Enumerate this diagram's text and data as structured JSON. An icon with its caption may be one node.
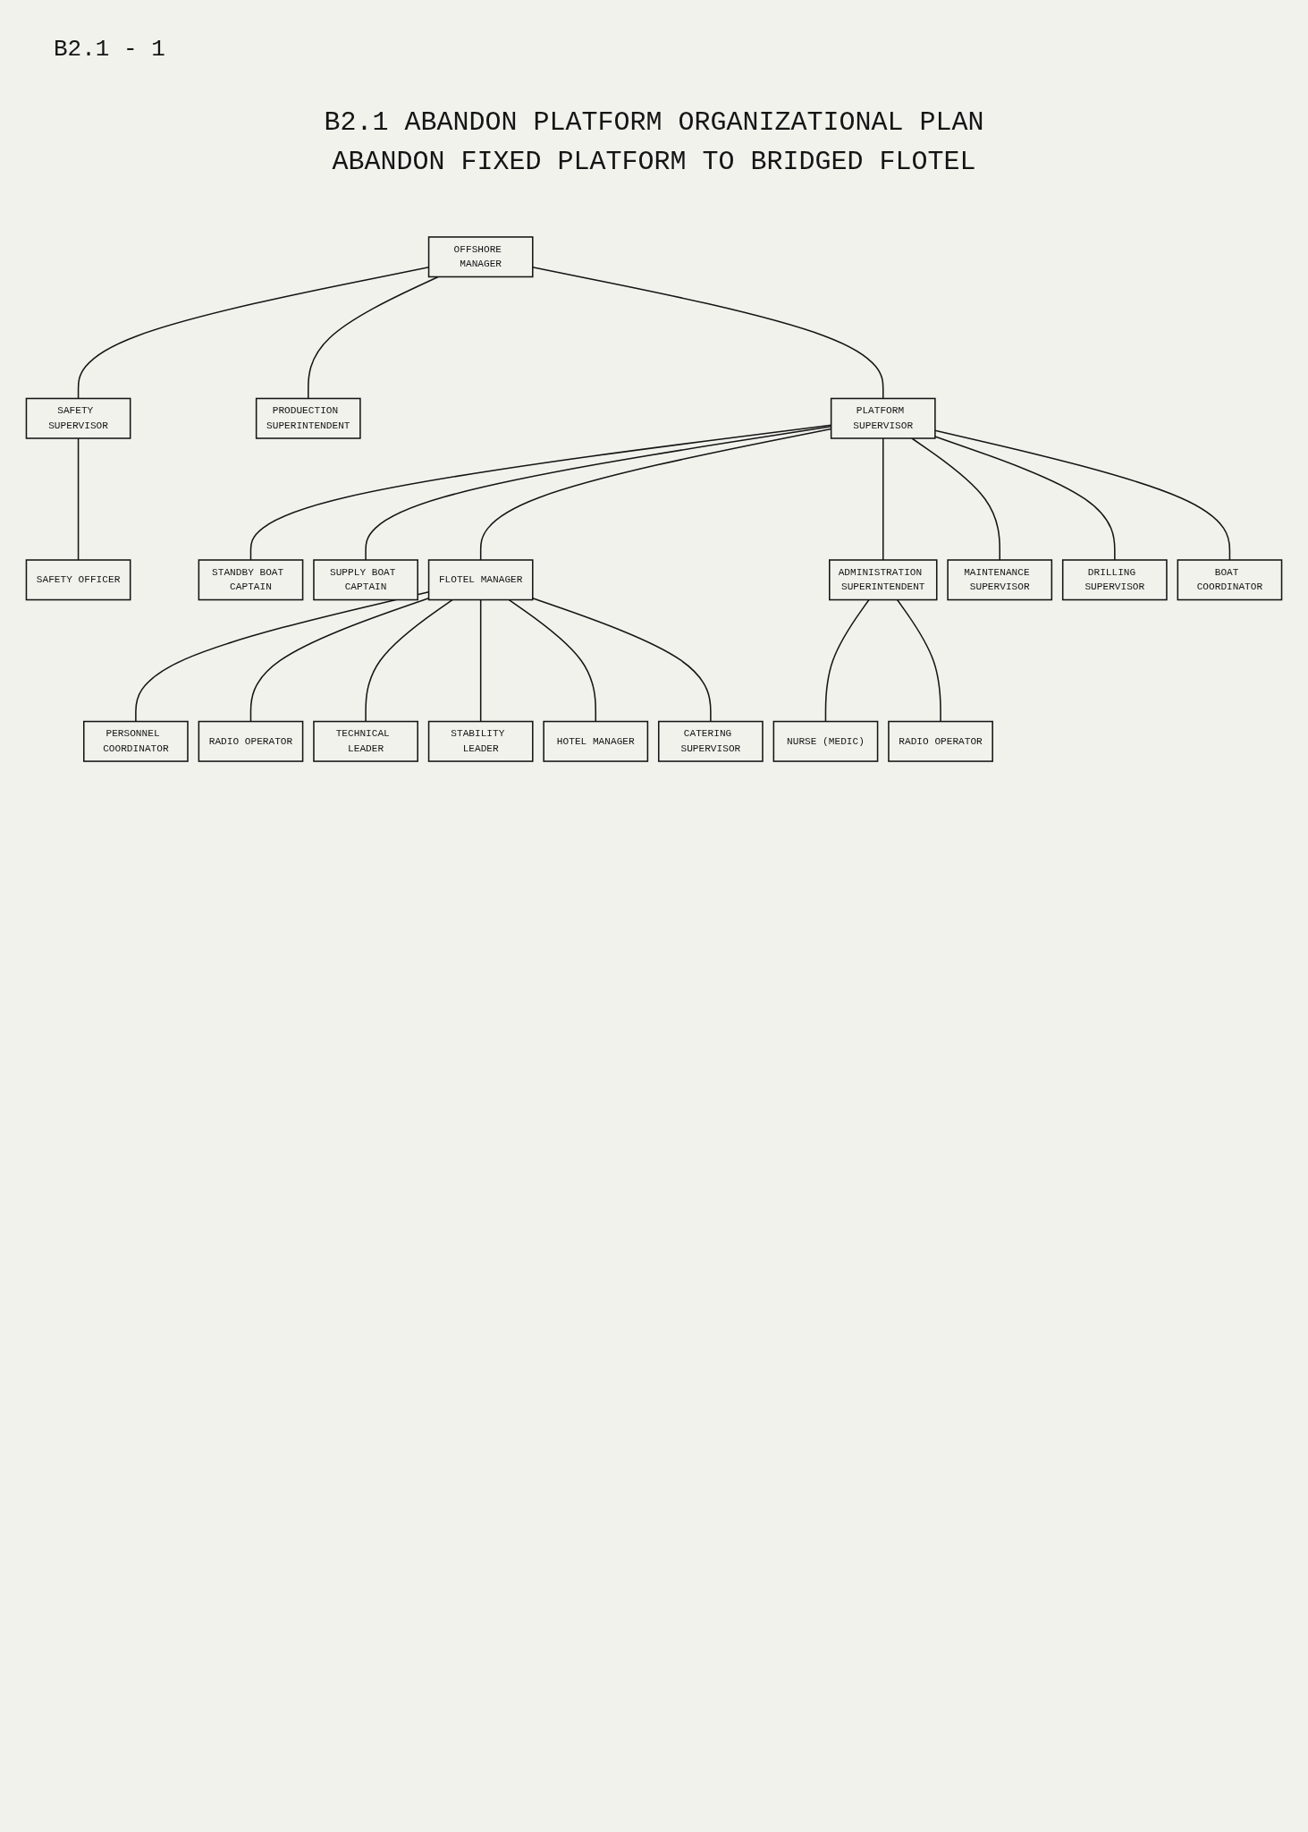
{
  "diagram": {
    "title": "B2.1 ABANDON PLATFORM ORGANIZATIONAL PLAN",
    "nodes": [
      {
        "text": [
          "OFFSHORE MANAGER"
        ]
      },
      {
        "text": [
          "PLATFORM SUPERVISOR"
        ]
      },
      {
        "text": [
          "PRODUECTION SUPERINTENDENT"
        ]
      },
      {
        "text": [
          "SAFETY SUPERVISOR"
        ]
      },
      {
        "text": [
          "SAFETY OFFICER"
        ]
      },
      {
        "text": [
          "STANDBY BOAT CAPTAIN"
        ]
      },
      {
        "text": [
          "SUPPLY BOAT CAPTAIN"
        ]
      },
      {
        "text": [
          "FLOTEL MANAGER"
        ]
      },
      {
        "text": [
          "ADMINISTRATION SUPERINTENDENT"
        ]
      },
      {
        "text": [
          "MAINTENANCE SUPERVISOR"
        ]
      },
      {
        "text": [
          "DRILLING SUPERVISOR"
        ]
      },
      {
        "text": [
          "BOAT COORDINATOR"
        ]
      },
      {
        "text": [
          "NURSE (MEDIC)"
        ]
      },
      {
        "text": [
          "RADIO OPERATOR"
        ]
      },
      {
        "text": [
          "PERSONNEL COORDINATOR"
        ]
      },
      {
        "text": [
          "RADIO OPERATOR"
        ]
      },
      {
        "text": [
          "TECHNICAL LEADER"
        ]
      },
      {
        "text": [
          "STABILITY LEADER"
        ]
      },
      {
        "text": [
          "HOTEL MANAGER"
        ]
      },
      {
        "text": [
          "CATERING SUPERVISOR"
        ]
      }
    ],
    "edges": [
      {
        "from": 0,
        "to": 1,
        "arrow": "none"
      },
      {
        "from": 0,
        "to": 2,
        "arrow": "none"
      },
      {
        "from": 0,
        "to": 3,
        "arrow": "none"
      },
      {
        "from": 3,
        "to": 4,
        "arrow": "none"
      },
      {
        "from": 1,
        "to": 5,
        "arrow": "none"
      },
      {
        "from": 1,
        "to": 6,
        "arrow": "none"
      },
      {
        "from": 1,
        "to": 7,
        "arrow": "none"
      },
      {
        "from": 1,
        "to": 8,
        "arrow": "none"
      },
      {
        "from": 1,
        "to": 9,
        "arrow": "none"
      },
      {
        "from": 1,
        "to": 10,
        "arrow": "none"
      },
      {
        "from": 1,
        "to": 11,
        "arrow": "none"
      },
      {
        "from": 8,
        "to": 12,
        "arrow": "none"
      },
      {
        "from": 8,
        "to": 13,
        "arrow": "none"
      },
      {
        "from": 7,
        "to": 14,
        "arrow": "none"
      },
      {
        "from": 7,
        "to": 15,
        "arrow": "none"
      },
      {
        "from": 7,
        "to": 16,
        "arrow": "none"
      },
      {
        "from": 7,
        "to": 17,
        "arrow": "none"
      },
      {
        "from": 7,
        "to": 18,
        "arrow": "none"
      },
      {
        "from": 7,
        "to": 19,
        "arrow": "none"
      }
    ],
    "labels": [
      "ABANDON FIXED PLATFORM TO BRIDGED FLOTEL",
      "B2.1 - 1"
    ]
  }
}
